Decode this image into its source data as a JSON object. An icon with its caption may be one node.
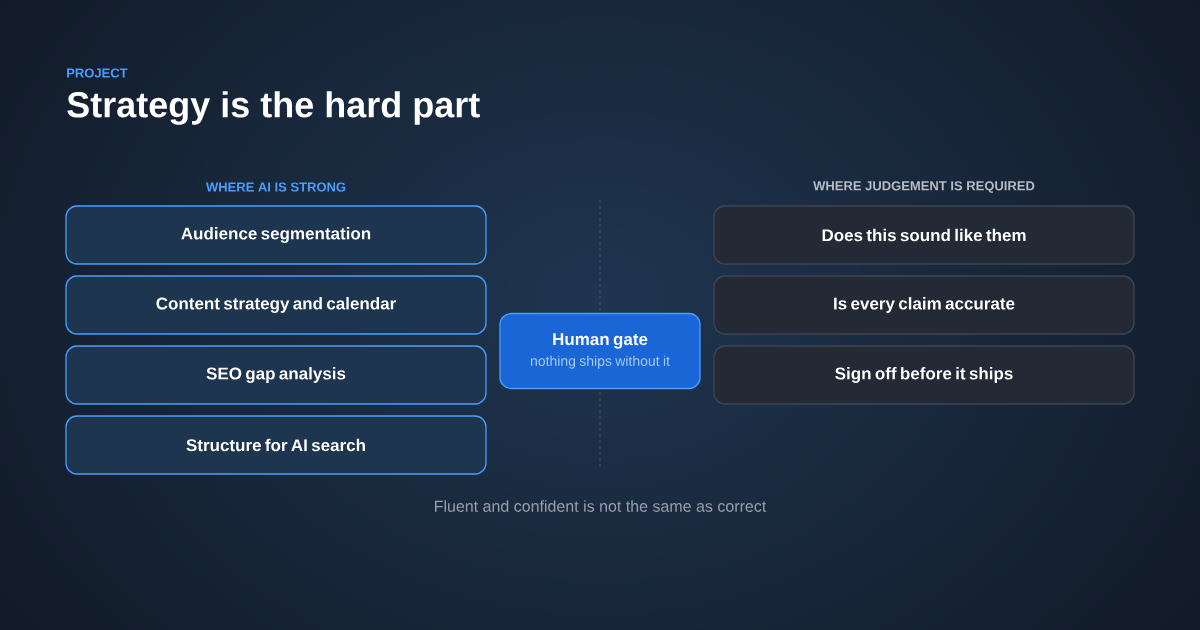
{
  "diagram": {
    "title": "Strategy is the hard part",
    "caption": "Fluent and confident is not the same as correct",
    "nodes": [
      {
        "text": [
          "Audience segmentation"
        ]
      },
      {
        "text": [
          "Content strategy and calendar"
        ]
      },
      {
        "text": [
          "SEO gap analysis"
        ]
      },
      {
        "text": [
          "Structure for AI search"
        ]
      },
      {
        "text": [
          "Human gate",
          "nothing ships without it"
        ]
      },
      {
        "text": [
          "Does this sound like them"
        ]
      },
      {
        "text": [
          "Is every claim accurate"
        ]
      },
      {
        "text": [
          "Sign off before it ships"
        ]
      }
    ],
    "labels": [
      "PROJECT",
      "WHERE AI IS STRONG",
      "WHERE JUDGEMENT IS REQUIRED"
    ]
  }
}
